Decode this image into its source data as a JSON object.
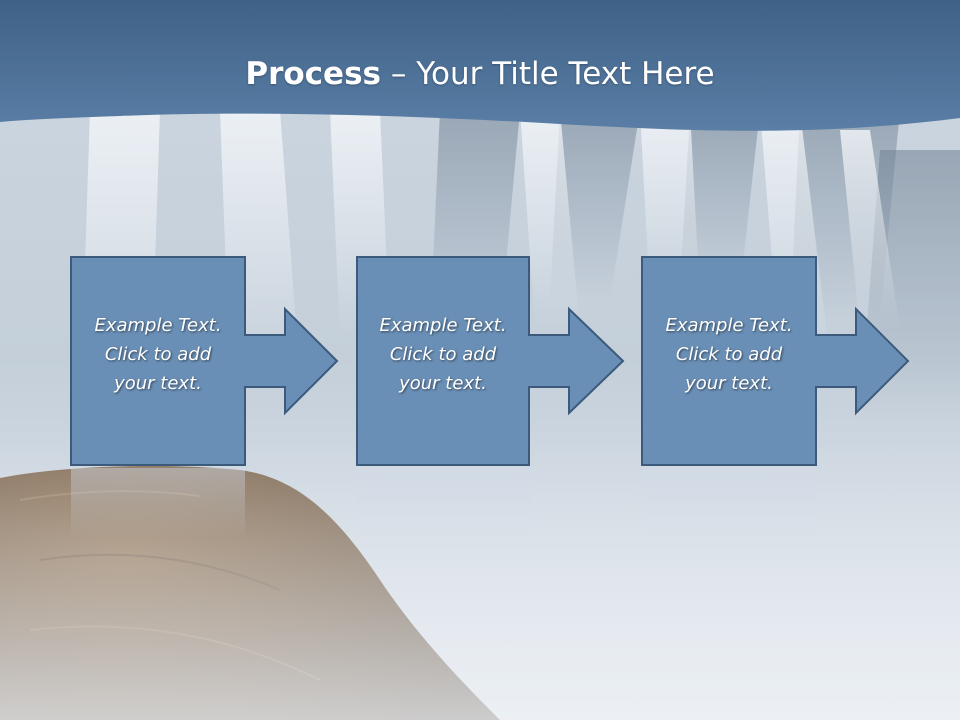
{
  "title": {
    "bold": "Process",
    "rest": " – Your Title Text Here"
  },
  "steps": [
    {
      "text": "Example Text.\nClick  to add\nyour text."
    },
    {
      "text": "Example Text.\nClick  to add\nyour text."
    },
    {
      "text": "Example Text.\nClick  to add\nyour text."
    }
  ],
  "colors": {
    "header": "#4e7198",
    "box_fill": "#6a8fb6",
    "box_stroke": "#3c5a7c"
  }
}
